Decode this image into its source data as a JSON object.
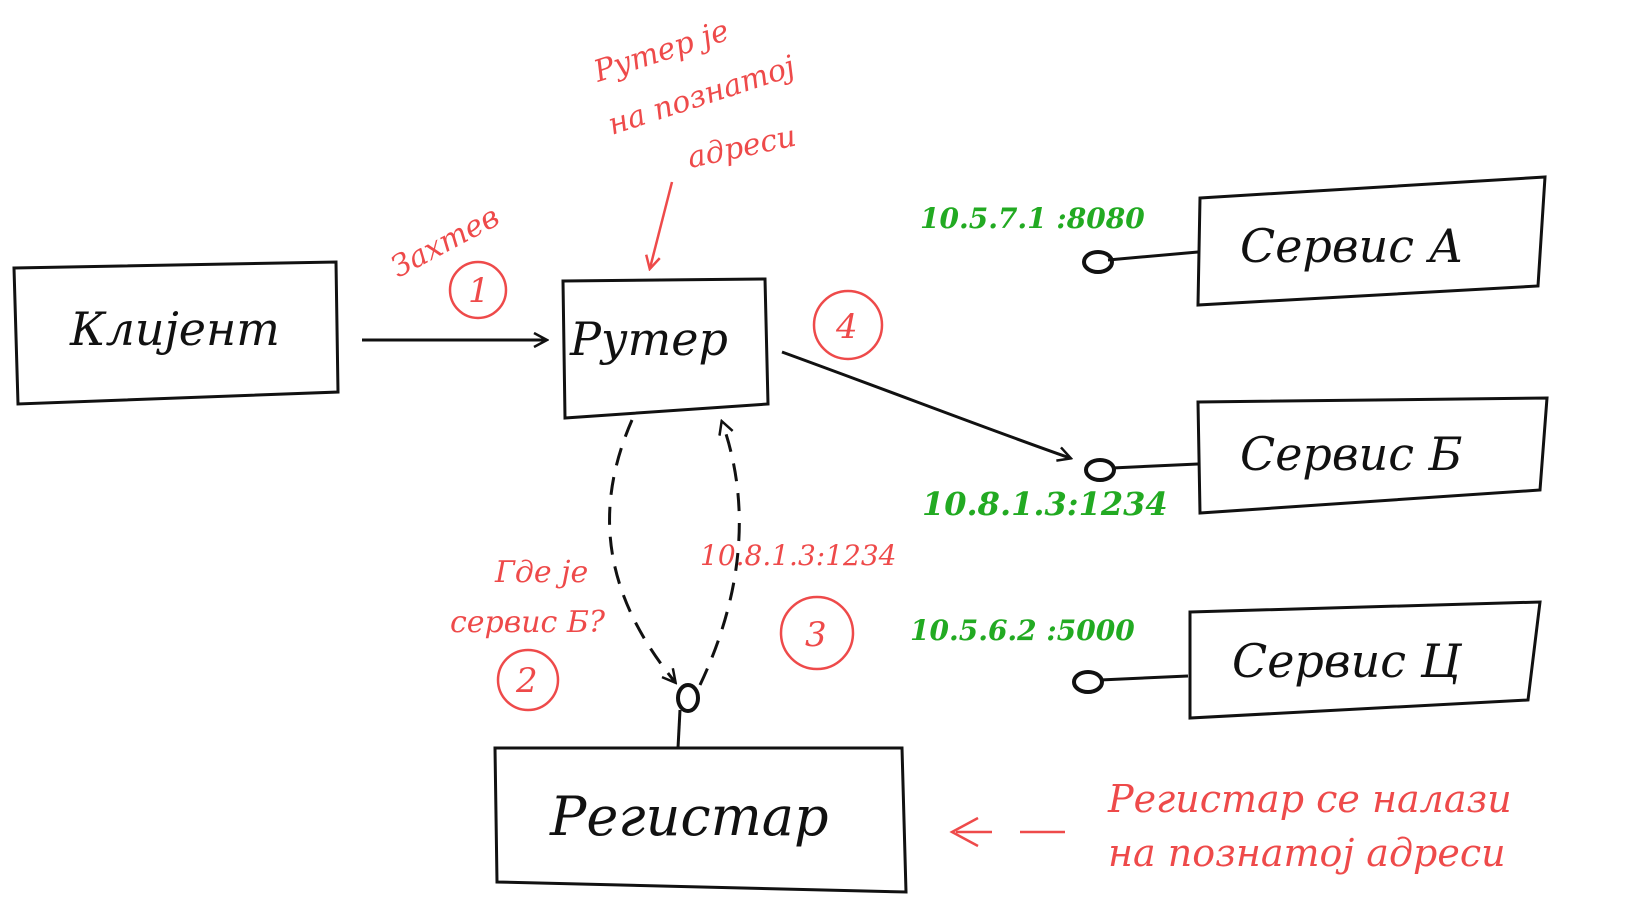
{
  "colors": {
    "ink": "#111111",
    "accent": "#ee4a4a",
    "address": "#22aa22"
  },
  "nodes": {
    "client": "Клијент",
    "router": "Рутер",
    "registry": "Регистар",
    "service_a": "Сервис А",
    "service_b": "Сервис Б",
    "service_c": "Сервис Ц"
  },
  "addresses": {
    "service_a": "10.5.7.1 :8080",
    "service_b": "10.8.1.3:1234",
    "service_c": "10.5.6.2 :5000"
  },
  "annotations": {
    "request": "Захтев",
    "router_known_line1": "Рутер је",
    "router_known_line2": "на познатој",
    "router_known_line3": "адреси",
    "where_line1": "Где је",
    "where_line2": "сервис Б?",
    "reply_address": "10.8.1.3:1234",
    "registry_note_line1": "Регистар се налази",
    "registry_note_line2": "на познатој адреси"
  },
  "steps": [
    "1",
    "2",
    "3",
    "4"
  ]
}
